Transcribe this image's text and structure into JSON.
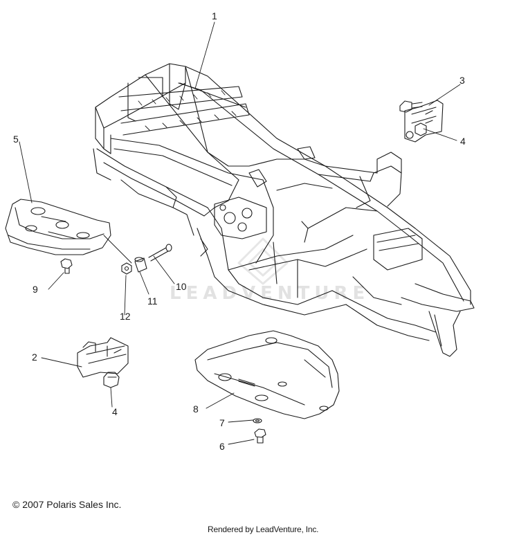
{
  "callouts": [
    {
      "id": "1",
      "label": "1"
    },
    {
      "id": "2",
      "label": "2"
    },
    {
      "id": "3",
      "label": "3"
    },
    {
      "id": "4a",
      "label": "4"
    },
    {
      "id": "4b",
      "label": "4"
    },
    {
      "id": "5",
      "label": "5"
    },
    {
      "id": "6",
      "label": "6"
    },
    {
      "id": "7",
      "label": "7"
    },
    {
      "id": "8",
      "label": "8"
    },
    {
      "id": "9",
      "label": "9"
    },
    {
      "id": "10",
      "label": "10"
    },
    {
      "id": "11",
      "label": "11"
    },
    {
      "id": "12",
      "label": "12"
    }
  ],
  "footer": {
    "copyright": "© 2007 Polaris Sales Inc.",
    "rendered_by": "Rendered by LeadVenture, Inc."
  },
  "watermark": {
    "text": "LEADVENTURE"
  },
  "colors": {
    "line": "#1a1a1a",
    "watermark": "#e2e2e2",
    "background": "#ffffff"
  }
}
